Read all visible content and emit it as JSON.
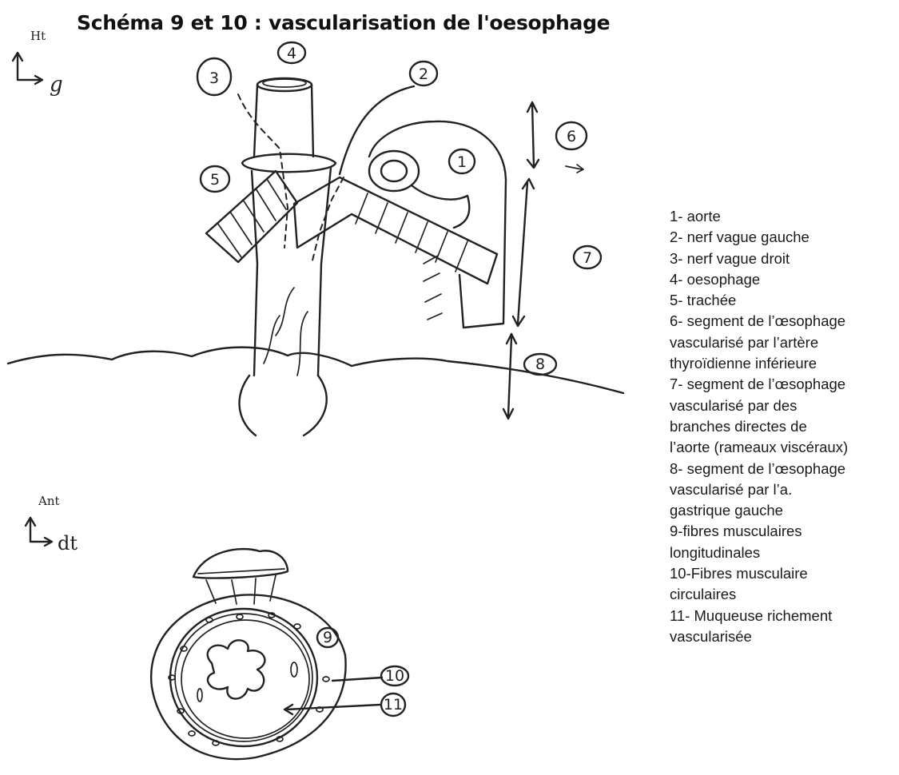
{
  "title": "Schéma 9 et 10 : vascularisation de l'oesophage",
  "axes": {
    "top": {
      "vertical": "Ht",
      "horizontal": "g"
    },
    "bottom": {
      "vertical": "Ant",
      "horizontal": "dt"
    }
  },
  "callouts": {
    "c1": "1",
    "c2": "2",
    "c3": "3",
    "c4": "4",
    "c5": "5",
    "c6": "6",
    "c7": "7",
    "c8": "8",
    "c9": "9",
    "c10": "10",
    "c11": "11"
  },
  "legend": [
    "1- aorte",
    "2- nerf vague gauche",
    "3- nerf vague droit",
    "4- oesophage",
    "5- trachée",
    "6- segment de l’œsophage",
    "vascularisé par l’artère",
    "thyroïdienne inférieure",
    "7- segment de l’œsophage",
    "vascularisé par des",
    "branches directes de",
    "l’aorte (rameaux viscéraux)",
    "8- segment de l’œsophage",
    "vascularisé par l’a.",
    "gastrique gauche",
    "9-fibres musculaires",
    "longitudinales",
    "10-Fibres musculaire",
    "circulaires",
    "11- Muqueuse richement",
    "vascularisée"
  ]
}
